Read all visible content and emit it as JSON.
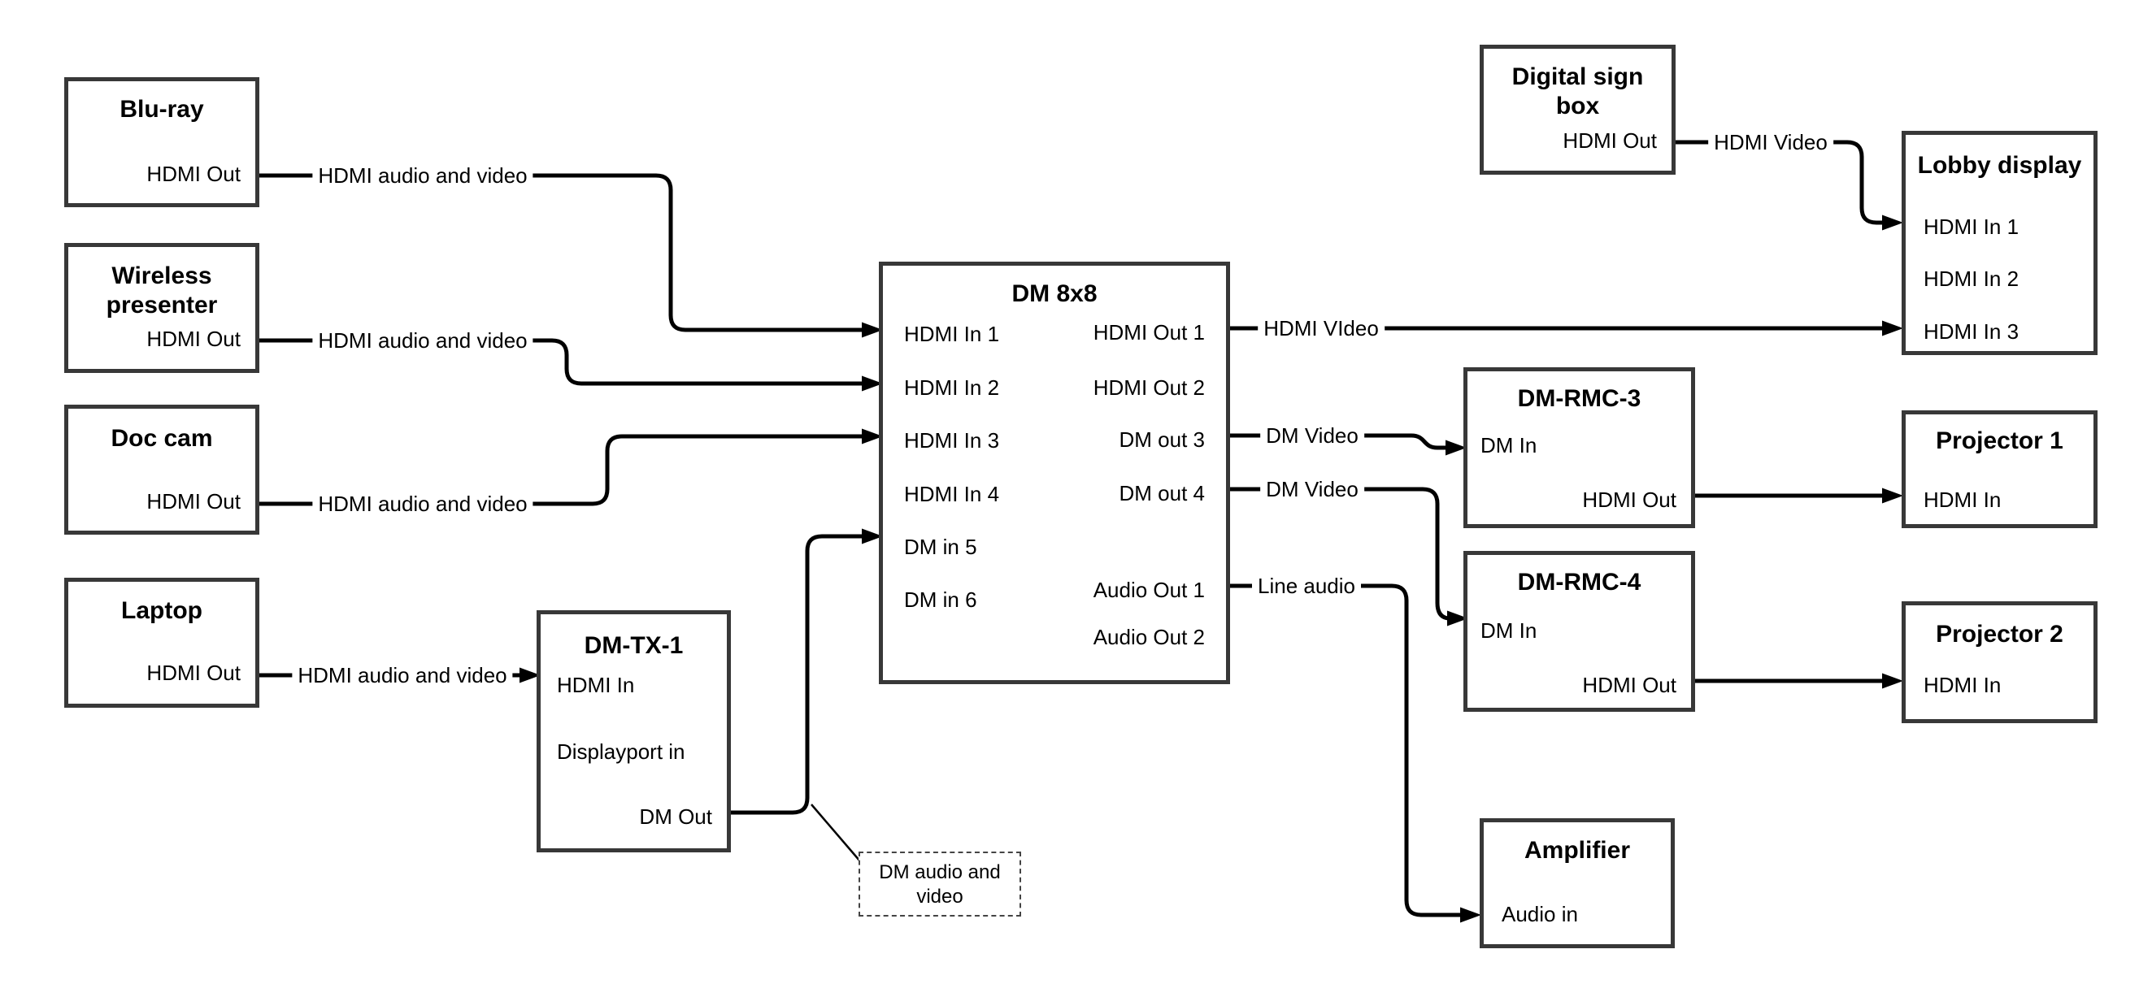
{
  "nodes": {
    "bluray": {
      "title": "Blu-ray",
      "ports": {
        "hdmi_out": "HDMI Out"
      }
    },
    "wireless_presenter": {
      "title": "Wireless presenter",
      "ports": {
        "hdmi_out": "HDMI Out"
      }
    },
    "doc_cam": {
      "title": "Doc cam",
      "ports": {
        "hdmi_out": "HDMI Out"
      }
    },
    "laptop": {
      "title": "Laptop",
      "ports": {
        "hdmi_out": "HDMI Out"
      }
    },
    "dm_tx_1": {
      "title": "DM-TX-1",
      "ports": {
        "hdmi_in": "HDMI In",
        "displayport_in": "Displayport in",
        "dm_out": "DM Out"
      }
    },
    "dm_8x8": {
      "title": "DM 8x8",
      "ports": {
        "hdmi_in_1": "HDMI In 1",
        "hdmi_in_2": "HDMI In 2",
        "hdmi_in_3": "HDMI In 3",
        "hdmi_in_4": "HDMI In 4",
        "dm_in_5": "DM in 5",
        "dm_in_6": "DM in 6",
        "hdmi_out_1": "HDMI Out 1",
        "hdmi_out_2": "HDMI Out 2",
        "dm_out_3": "DM out 3",
        "dm_out_4": "DM out 4",
        "audio_out_1": "Audio Out 1",
        "audio_out_2": "Audio Out 2"
      }
    },
    "digital_sign_box": {
      "title": "Digital sign box",
      "ports": {
        "hdmi_out": "HDMI Out"
      }
    },
    "lobby_display": {
      "title": "Lobby display",
      "ports": {
        "hdmi_in_1": "HDMI In 1",
        "hdmi_in_2": "HDMI In 2",
        "hdmi_in_3": "HDMI In 3"
      }
    },
    "dm_rmc_3": {
      "title": "DM-RMC-3",
      "ports": {
        "dm_in": "DM In",
        "hdmi_out": "HDMI Out"
      }
    },
    "projector_1": {
      "title": "Projector 1",
      "ports": {
        "hdmi_in": "HDMI In"
      }
    },
    "dm_rmc_4": {
      "title": "DM-RMC-4",
      "ports": {
        "dm_in": "DM In",
        "hdmi_out": "HDMI Out"
      }
    },
    "projector_2": {
      "title": "Projector 2",
      "ports": {
        "hdmi_in": "HDMI In"
      }
    },
    "amplifier": {
      "title": "Amplifier",
      "ports": {
        "audio_in": "Audio in"
      }
    }
  },
  "edge_labels": {
    "bluray_to_dm8x8": "HDMI audio and video",
    "wireless_to_dm8x8": "HDMI audio and video",
    "doc_cam_to_dm8x8": "HDMI audio and video",
    "laptop_to_dm_tx_1": "HDMI audio and video",
    "hdmi_out_1_to_lobby": "HDMI VIdeo",
    "dm_out_3_to_dm_rmc_3": "DM Video",
    "dm_out_4_to_dm_rmc_4": "DM Video",
    "audio_out_1_to_amplifier": "Line audio",
    "digital_sign_to_lobby": "HDMI Video"
  },
  "note": {
    "text": "DM audio and video"
  },
  "colors": {
    "line": "#000000",
    "box_border": "#383838",
    "background": "#ffffff",
    "text": "#000000"
  }
}
